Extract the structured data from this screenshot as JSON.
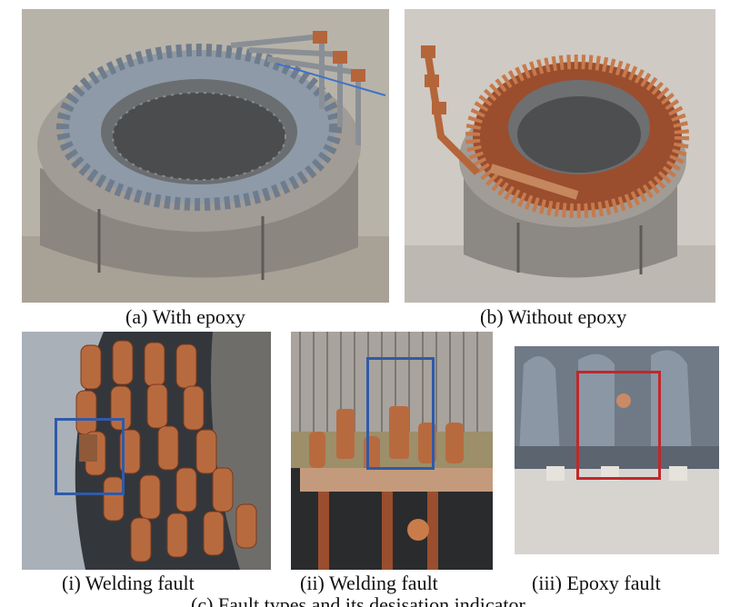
{
  "figure": {
    "panels": [
      {
        "id": "a",
        "caption": "(a) With epoxy"
      },
      {
        "id": "b",
        "caption": "(b) Without epoxy"
      },
      {
        "id": "i",
        "caption": "(i) Welding fault"
      },
      {
        "id": "ii",
        "caption": "(ii) Welding fault"
      },
      {
        "id": "iii",
        "caption": "(iii) Epoxy fault"
      }
    ],
    "overall_caption": "(c) Fault types and its desisation indicator",
    "colors": {
      "highlight_blue": "#2f5aa8",
      "highlight_red": "#c0282a",
      "copper": "#b5653a",
      "epoxy_grey": "#8e9aa8",
      "steel": "#9a9590"
    }
  }
}
